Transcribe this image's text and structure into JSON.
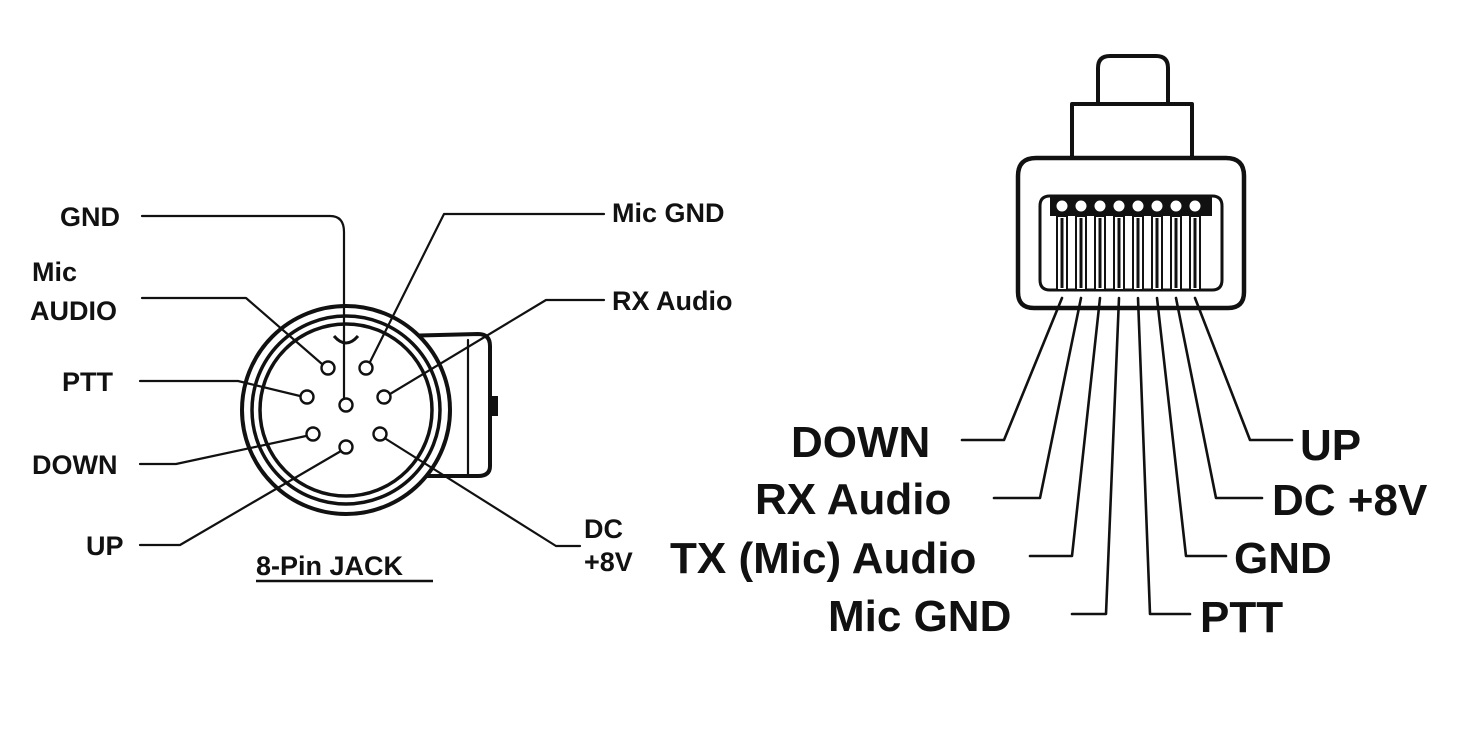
{
  "jack": {
    "caption": "8-Pin JACK",
    "labels": {
      "gnd": "GND",
      "mic_audio_line1": "Mic",
      "mic_audio_line2": "AUDIO",
      "ptt": "PTT",
      "down": "DOWN",
      "up": "UP",
      "mic_gnd": "Mic GND",
      "rx_audio": "RX Audio",
      "dc_line1": "DC",
      "dc_line2": "+8V"
    }
  },
  "plug": {
    "labels": {
      "down": "DOWN",
      "rx_audio": "RX Audio",
      "tx_mic_audio": "TX (Mic) Audio",
      "mic_gnd": "Mic GND",
      "up": "UP",
      "dc_8v": "DC +8V",
      "gnd": "GND",
      "ptt": "PTT"
    }
  },
  "colors": {
    "ink": "#111111",
    "paper": "#ffffff"
  }
}
